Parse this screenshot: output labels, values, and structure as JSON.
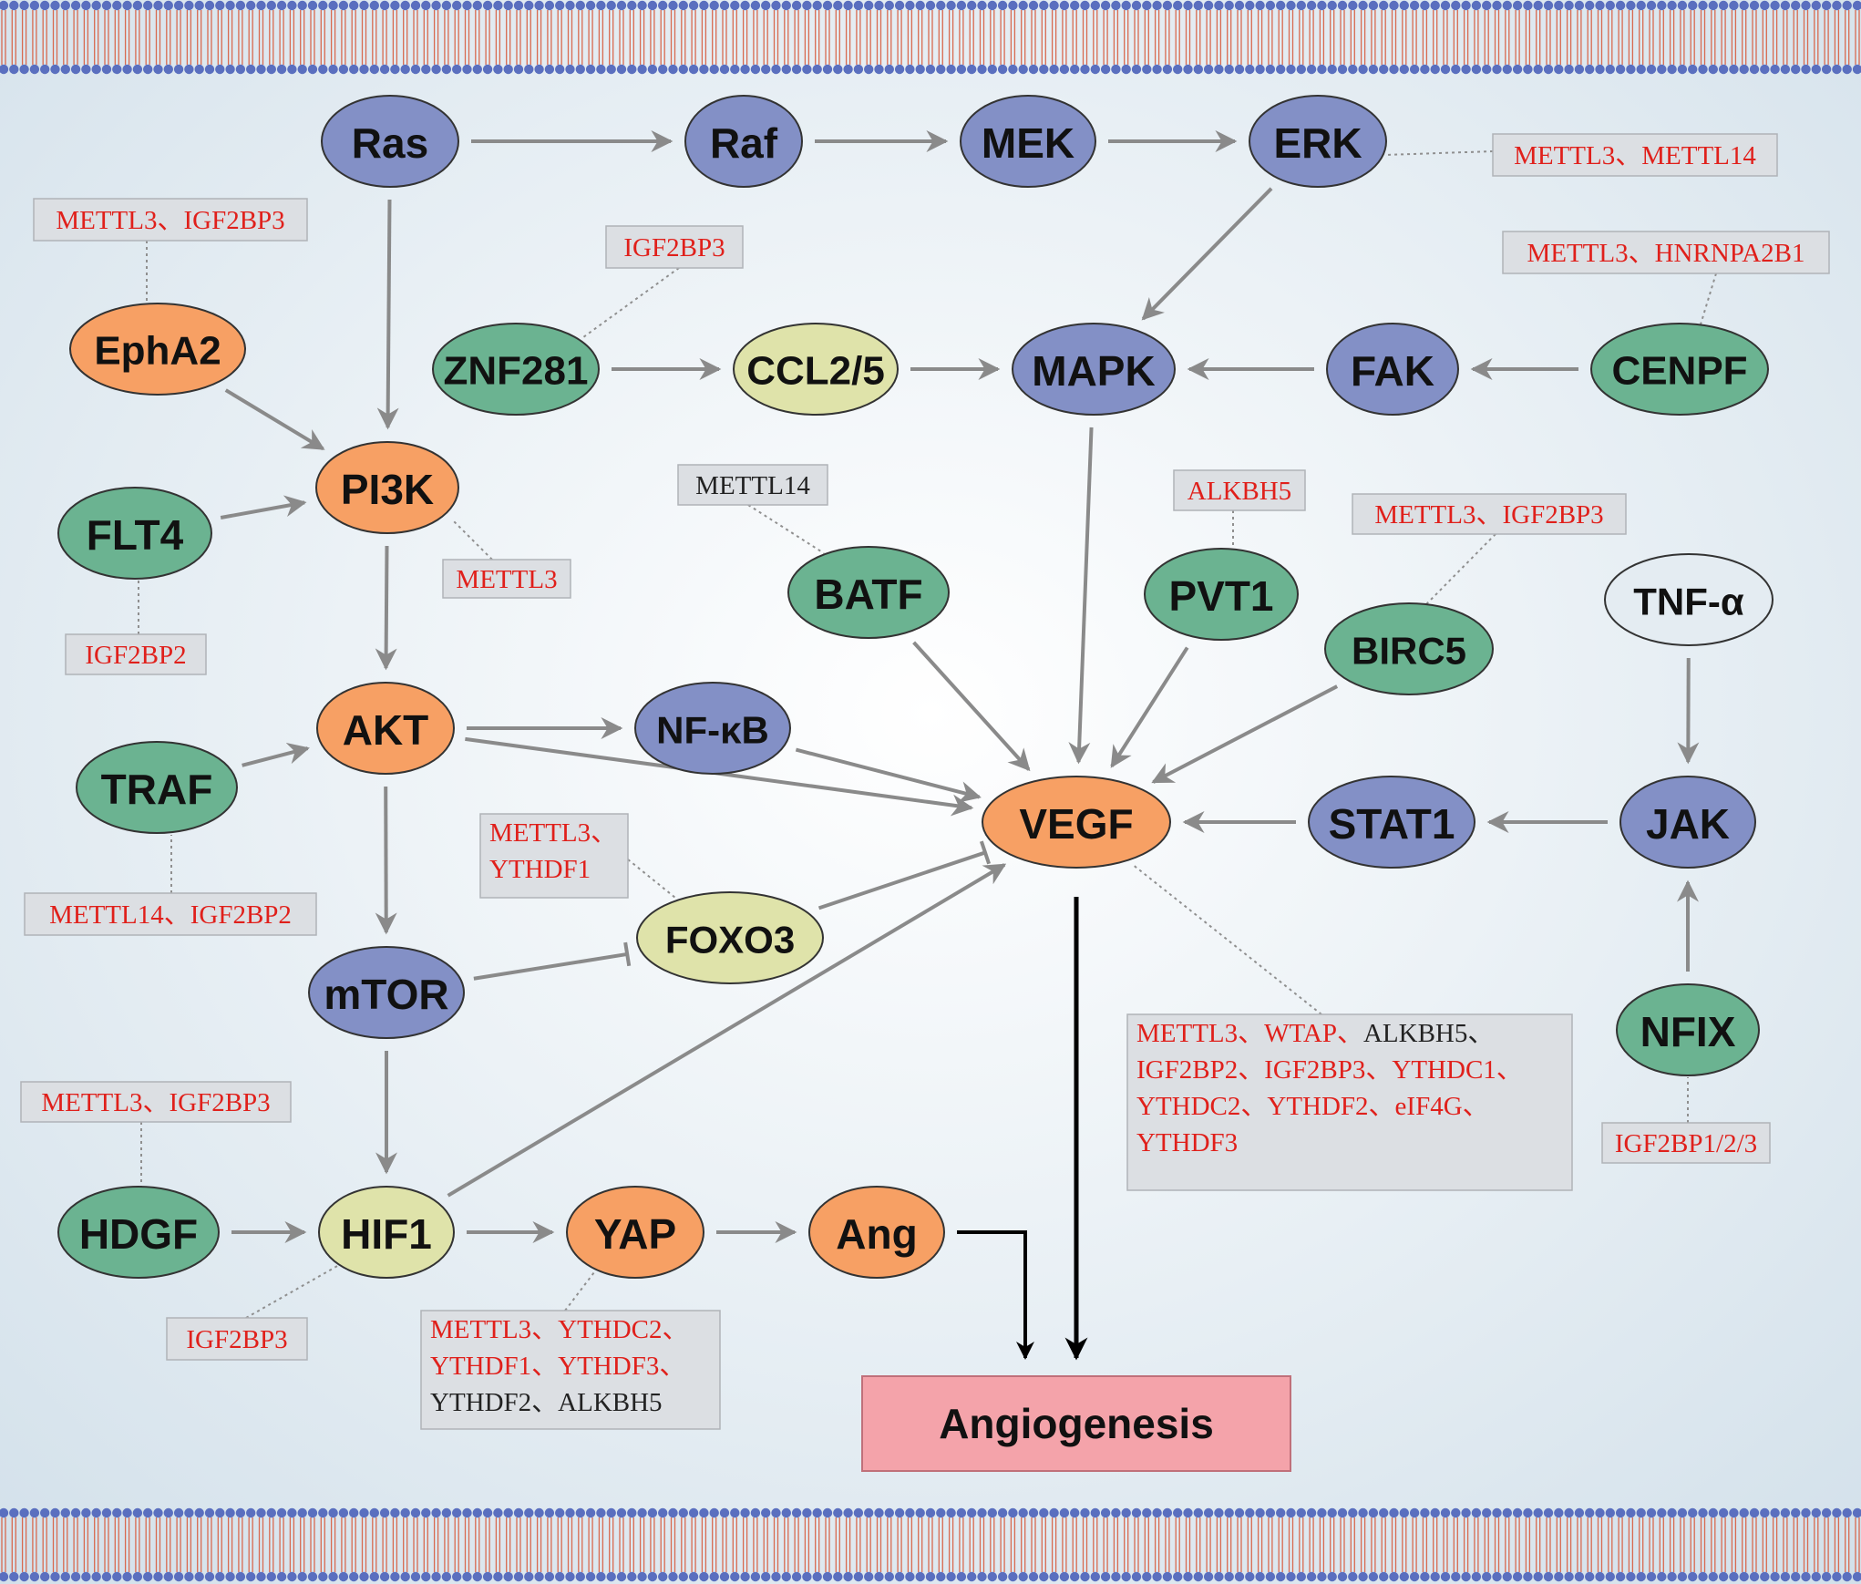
{
  "colors": {
    "orange": "#f7a064",
    "blue": "#8390c6",
    "green": "#6bb391",
    "yellowgreen": "#dfe3aa",
    "lightblue": "#e4ecf2",
    "arrow_gray": "#8a8a8a",
    "arrow_black": "#000000",
    "red_text": "#e0201b",
    "black_text": "#222222",
    "membrane_head": "#5a6fbf",
    "membrane_tail": "#d86a50",
    "box_fill": "#dcdfe3",
    "outcome_fill": "#f4a3aa"
  },
  "nodes": {
    "ras": {
      "label": "Ras",
      "color": "blue"
    },
    "raf": {
      "label": "Raf",
      "color": "blue"
    },
    "mek": {
      "label": "MEK",
      "color": "blue"
    },
    "erk": {
      "label": "ERK",
      "color": "blue"
    },
    "epha2": {
      "label": "EphA2",
      "color": "orange"
    },
    "znf281": {
      "label": "ZNF281",
      "color": "green"
    },
    "ccl25": {
      "label": "CCL2/5",
      "color": "yellowgreen"
    },
    "mapk": {
      "label": "MAPK",
      "color": "blue"
    },
    "fak": {
      "label": "FAK",
      "color": "blue"
    },
    "cenpf": {
      "label": "CENPF",
      "color": "green"
    },
    "pi3k": {
      "label": "PI3K",
      "color": "orange"
    },
    "flt4": {
      "label": "FLT4",
      "color": "green"
    },
    "batf": {
      "label": "BATF",
      "color": "green"
    },
    "pvt1": {
      "label": "PVT1",
      "color": "green"
    },
    "birc5": {
      "label": "BIRC5",
      "color": "green"
    },
    "tnfa": {
      "label": "TNF-α",
      "color": "lightblue"
    },
    "akt": {
      "label": "AKT",
      "color": "orange"
    },
    "nfkb": {
      "label": "NF-κB",
      "color": "blue"
    },
    "traf": {
      "label": "TRAF",
      "color": "green"
    },
    "vegf": {
      "label": "VEGF",
      "color": "orange"
    },
    "stat1": {
      "label": "STAT1",
      "color": "blue"
    },
    "jak": {
      "label": "JAK",
      "color": "blue"
    },
    "foxo3": {
      "label": "FOXO3",
      "color": "yellowgreen"
    },
    "mtor": {
      "label": "mTOR",
      "color": "blue"
    },
    "nfix": {
      "label": "NFIX",
      "color": "green"
    },
    "hdgf": {
      "label": "HDGF",
      "color": "green"
    },
    "hif1": {
      "label": "HIF1",
      "color": "yellowgreen"
    },
    "yap": {
      "label": "YAP",
      "color": "orange"
    },
    "ang": {
      "label": "Ang",
      "color": "orange"
    }
  },
  "outcome": {
    "label": "Angiogenesis"
  },
  "modifiers": {
    "erk": {
      "lines": [
        [
          {
            "t": "METTL3、METTL14",
            "c": "red"
          }
        ]
      ]
    },
    "epha2": {
      "lines": [
        [
          {
            "t": "METTL3、IGF2BP3",
            "c": "red"
          }
        ]
      ]
    },
    "znf281": {
      "lines": [
        [
          {
            "t": "IGF2BP3",
            "c": "red"
          }
        ]
      ]
    },
    "cenpf": {
      "lines": [
        [
          {
            "t": "METTL3、HNRNPA2B1",
            "c": "red"
          }
        ]
      ]
    },
    "pi3k": {
      "lines": [
        [
          {
            "t": "METTL3",
            "c": "red"
          }
        ]
      ]
    },
    "flt4": {
      "lines": [
        [
          {
            "t": "IGF2BP2",
            "c": "red"
          }
        ]
      ]
    },
    "batf": {
      "lines": [
        [
          {
            "t": "METTL14",
            "c": "black"
          }
        ]
      ]
    },
    "pvt1": {
      "lines": [
        [
          {
            "t": "ALKBH5",
            "c": "red"
          }
        ]
      ]
    },
    "birc5": {
      "lines": [
        [
          {
            "t": "METTL3、IGF2BP3",
            "c": "red"
          }
        ]
      ]
    },
    "traf": {
      "lines": [
        [
          {
            "t": "METTL14、IGF2BP2",
            "c": "red"
          }
        ]
      ]
    },
    "foxo3": {
      "lines": [
        [
          {
            "t": "METTL3、",
            "c": "red"
          }
        ],
        [
          {
            "t": "YTHDF1",
            "c": "red"
          }
        ]
      ]
    },
    "vegf": {
      "lines": [
        [
          {
            "t": "METTL3、WTAP、",
            "c": "red"
          },
          {
            "t": "ALKBH5、",
            "c": "black"
          }
        ],
        [
          {
            "t": "IGF2BP2、IGF2BP3、YTHDC1、",
            "c": "red"
          }
        ],
        [
          {
            "t": "YTHDC2、YTHDF2、eIF4G、",
            "c": "red"
          }
        ],
        [
          {
            "t": "YTHDF3",
            "c": "red"
          }
        ]
      ]
    },
    "hdgf": {
      "lines": [
        [
          {
            "t": "METTL3、IGF2BP3",
            "c": "red"
          }
        ]
      ]
    },
    "nfix": {
      "lines": [
        [
          {
            "t": "IGF2BP1/2/3",
            "c": "red"
          }
        ]
      ]
    },
    "hif1": {
      "lines": [
        [
          {
            "t": "IGF2BP3",
            "c": "red"
          }
        ]
      ]
    },
    "yap": {
      "lines": [
        [
          {
            "t": "METTL3、YTHDC2、",
            "c": "red"
          }
        ],
        [
          {
            "t": "YTHDF1、YTHDF3、",
            "c": "red"
          }
        ],
        [
          {
            "t": "YTHDF2、ALKBH5",
            "c": "black"
          }
        ]
      ]
    }
  },
  "edges": [
    {
      "from": "ras",
      "to": "raf",
      "type": "activate"
    },
    {
      "from": "raf",
      "to": "mek",
      "type": "activate"
    },
    {
      "from": "mek",
      "to": "erk",
      "type": "activate"
    },
    {
      "from": "erk",
      "to": "mapk",
      "type": "activate"
    },
    {
      "from": "ras",
      "to": "pi3k",
      "type": "activate"
    },
    {
      "from": "epha2",
      "to": "pi3k",
      "type": "activate"
    },
    {
      "from": "flt4",
      "to": "pi3k",
      "type": "activate"
    },
    {
      "from": "znf281",
      "to": "ccl25",
      "type": "activate"
    },
    {
      "from": "ccl25",
      "to": "mapk",
      "type": "activate"
    },
    {
      "from": "fak",
      "to": "mapk",
      "type": "activate"
    },
    {
      "from": "cenpf",
      "to": "fak",
      "type": "activate"
    },
    {
      "from": "mapk",
      "to": "vegf",
      "type": "activate"
    },
    {
      "from": "pi3k",
      "to": "akt",
      "type": "activate"
    },
    {
      "from": "traf",
      "to": "akt",
      "type": "activate"
    },
    {
      "from": "akt",
      "to": "nfkb",
      "type": "activate"
    },
    {
      "from": "nfkb",
      "to": "vegf",
      "type": "activate"
    },
    {
      "from": "akt",
      "to": "vegf",
      "type": "activate"
    },
    {
      "from": "batf",
      "to": "vegf",
      "type": "activate"
    },
    {
      "from": "pvt1",
      "to": "vegf",
      "type": "activate"
    },
    {
      "from": "birc5",
      "to": "vegf",
      "type": "activate"
    },
    {
      "from": "tnfa",
      "to": "jak",
      "type": "activate"
    },
    {
      "from": "jak",
      "to": "stat1",
      "type": "activate"
    },
    {
      "from": "stat1",
      "to": "vegf",
      "type": "activate"
    },
    {
      "from": "nfix",
      "to": "jak",
      "type": "activate"
    },
    {
      "from": "akt",
      "to": "mtor",
      "type": "activate"
    },
    {
      "from": "mtor",
      "to": "foxo3",
      "type": "inhibit"
    },
    {
      "from": "foxo3",
      "to": "vegf",
      "type": "inhibit"
    },
    {
      "from": "mtor",
      "to": "hif1",
      "type": "activate"
    },
    {
      "from": "hdgf",
      "to": "hif1",
      "type": "activate"
    },
    {
      "from": "hif1",
      "to": "vegf",
      "type": "activate"
    },
    {
      "from": "hif1",
      "to": "yap",
      "type": "activate"
    },
    {
      "from": "yap",
      "to": "ang",
      "type": "activate"
    },
    {
      "from": "vegf",
      "to": "outcome",
      "type": "activate-strong"
    },
    {
      "from": "ang",
      "to": "outcome",
      "type": "activate-elbow"
    }
  ]
}
